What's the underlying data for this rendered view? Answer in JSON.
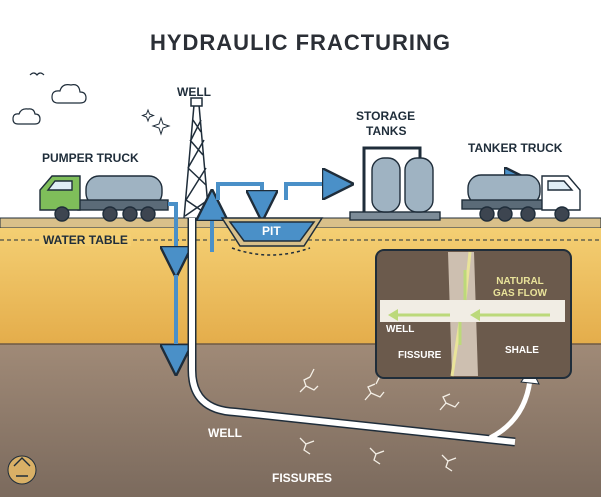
{
  "title": "HYDRAULIC FRACTURING",
  "labels": {
    "well_top": "WELL",
    "pumper_truck": "PUMPER TRUCK",
    "storage_tanks_line1": "STORAGE",
    "storage_tanks_line2": "TANKS",
    "tanker_truck": "TANKER TRUCK",
    "water_table": "WATER TABLE",
    "pit": "PIT",
    "well_bottom": "WELL",
    "fissures": "FISSURES"
  },
  "inset": {
    "gas_flow_line1": "NATURAL",
    "gas_flow_line2": "GAS FLOW",
    "well": "WELL",
    "fissure": "FISSURE",
    "shale": "SHALE"
  },
  "colors": {
    "sky": "#ffffff",
    "soil_top": "#f2c766",
    "soil_mid": "#e8b552",
    "shale": "#8c7a6b",
    "water": "#4a90c8",
    "outline": "#1f2d3a",
    "gas_green": "#bcd97a"
  }
}
